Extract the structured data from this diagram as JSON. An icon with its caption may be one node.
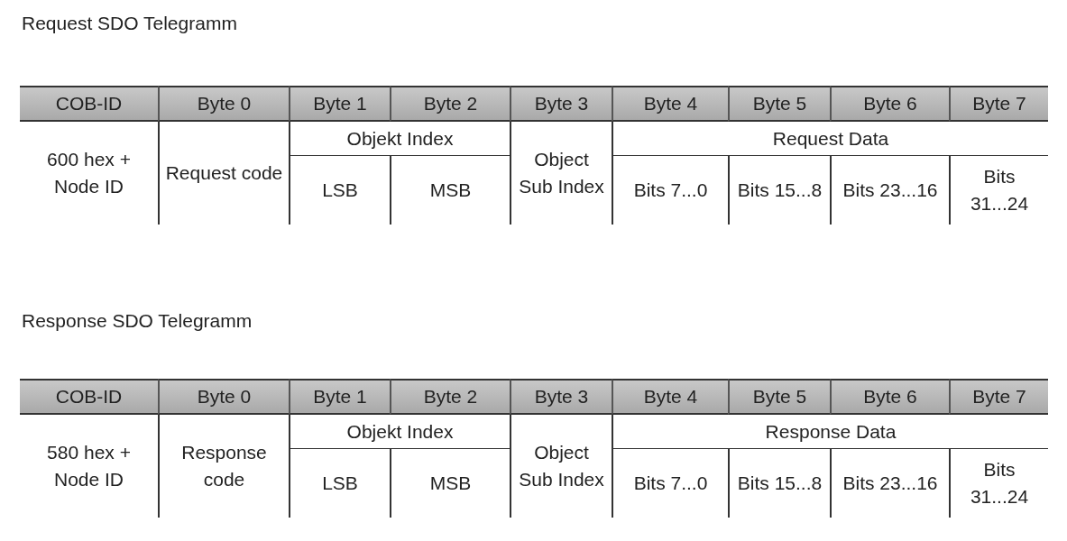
{
  "diagram": {
    "labels": [
      "Request SDO Telegramm",
      "COB-ID",
      "Byte 0",
      "Byte 1",
      "Byte 2",
      "Byte 3",
      "Byte 4",
      "Byte 5",
      "Byte 6",
      "Byte 7",
      "600 hex + Node ID",
      "Request code",
      "Objekt Index",
      "Object Sub Index",
      "Request Data",
      "LSB",
      "MSB",
      "Bits 7...0",
      "Bits 15...8",
      "Bits 23...16",
      "Bits 31...24",
      "Response SDO Telegramm",
      "COB-ID",
      "Byte 0",
      "Byte 1",
      "Byte 2",
      "Byte 3",
      "Byte 4",
      "Byte 5",
      "Byte 6",
      "Byte 7",
      "580 hex + Node ID",
      "Response code",
      "Objekt Index",
      "Object Sub Index",
      "Response Data",
      "LSB",
      "MSB",
      "Bits 7...0",
      "Bits 15...8",
      "Bits 23...16",
      "Bits 31...24"
    ]
  }
}
